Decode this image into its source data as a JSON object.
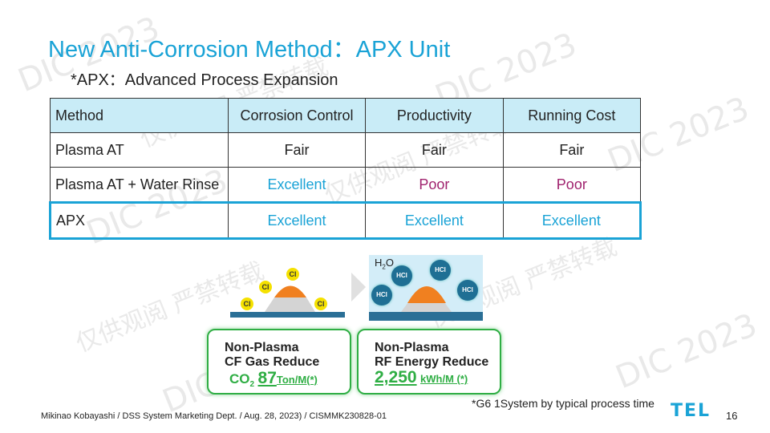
{
  "title": "New Anti-Corrosion Method：APX Unit",
  "subtitle": "*APX：Advanced Process Expansion",
  "table": {
    "headers": [
      "Method",
      "Corrosion Control",
      "Productivity",
      "Running Cost"
    ],
    "rows": [
      {
        "method": "Plasma AT",
        "corrosion": "Fair",
        "productivity": "Fair",
        "cost": "Fair"
      },
      {
        "method": "Plasma AT + Water Rinse",
        "corrosion": "Excellent",
        "productivity": "Poor",
        "cost": "Poor"
      },
      {
        "method": "APX",
        "corrosion": "Excellent",
        "productivity": "Excellent",
        "cost": "Excellent"
      }
    ]
  },
  "diagram_left": {
    "molecule_label": "Cl"
  },
  "diagram_right": {
    "water_label": "H",
    "water_sub": "2",
    "water_label2": "O",
    "molecule_label": "HCl"
  },
  "box_left": {
    "line1": "Non-Plasma",
    "line2": "CF Gas Reduce",
    "value_prefix": "CO",
    "value_prefix_sub": "2",
    "value": "87",
    "unit": "Ton/M(*)"
  },
  "box_right": {
    "line1": "Non-Plasma",
    "line2": "RF Energy Reduce",
    "value": "2,250",
    "unit": "kWh/M (*)"
  },
  "footnote": "*G6 1System by typical process time",
  "footer": "Mikinao Kobayashi / DSS System Marketing Dept. / Aug. 28, 2023) / CISMMK230828-01",
  "logo": "TEL",
  "page_number": "16",
  "watermark": {
    "dic": "DIC 2023",
    "cn": "仅供观阅 严禁转载"
  },
  "colors": {
    "accent": "#1aa3d6",
    "poor": "#a0226e",
    "green": "#2fae44",
    "header_bg": "#c9ecf7"
  }
}
